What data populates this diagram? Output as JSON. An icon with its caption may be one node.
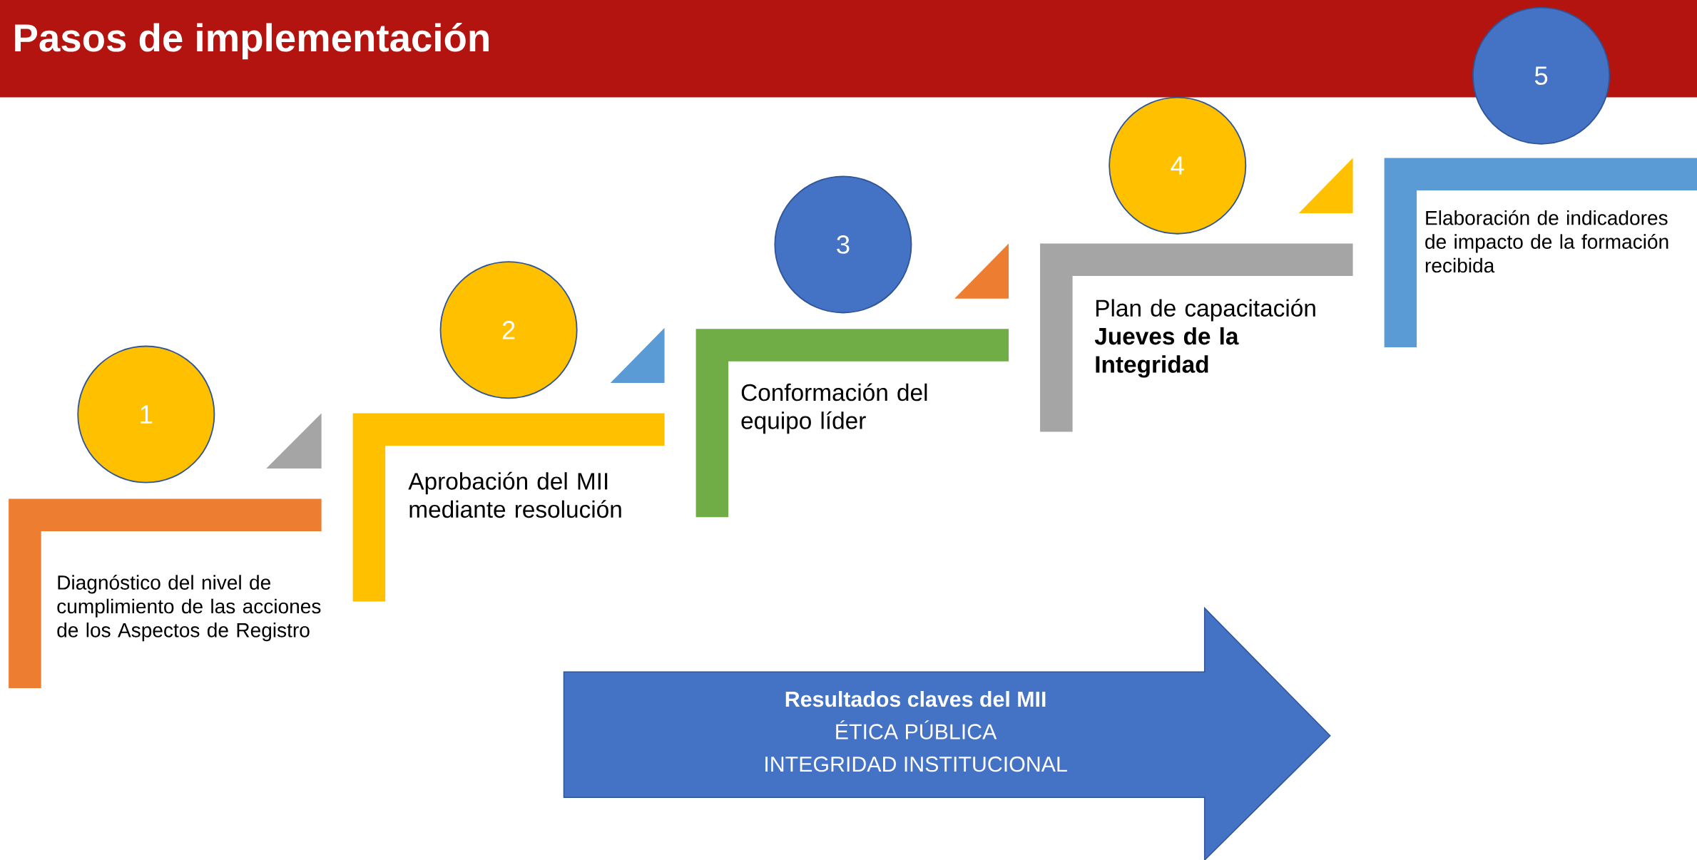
{
  "diagram": {
    "title": "Pasos de implementación",
    "nodes": [
      {
        "text": [
          "1"
        ]
      },
      {
        "text": [
          "Diagnóstico del nivel de cumplimiento de las acciones de los Aspectos de Registro"
        ]
      },
      {
        "text": [
          "2"
        ]
      },
      {
        "text": [
          "Aprobación del MII mediante resolución"
        ]
      },
      {
        "text": [
          "3"
        ]
      },
      {
        "text": [
          "Conformación del equipo líder"
        ]
      },
      {
        "text": [
          "4"
        ]
      },
      {
        "text": [
          "Plan de capacitación **Jueves de la Integridad**"
        ]
      },
      {
        "text": [
          "5"
        ]
      },
      {
        "text": [
          "Elaboración de indicadores de impacto de la formación recibida"
        ]
      },
      {
        "text": [
          "Resultados claves del MII",
          "ÉTICA PÚBLICA",
          "INTEGRIDAD INSTITUCIONAL"
        ]
      }
    ]
  }
}
